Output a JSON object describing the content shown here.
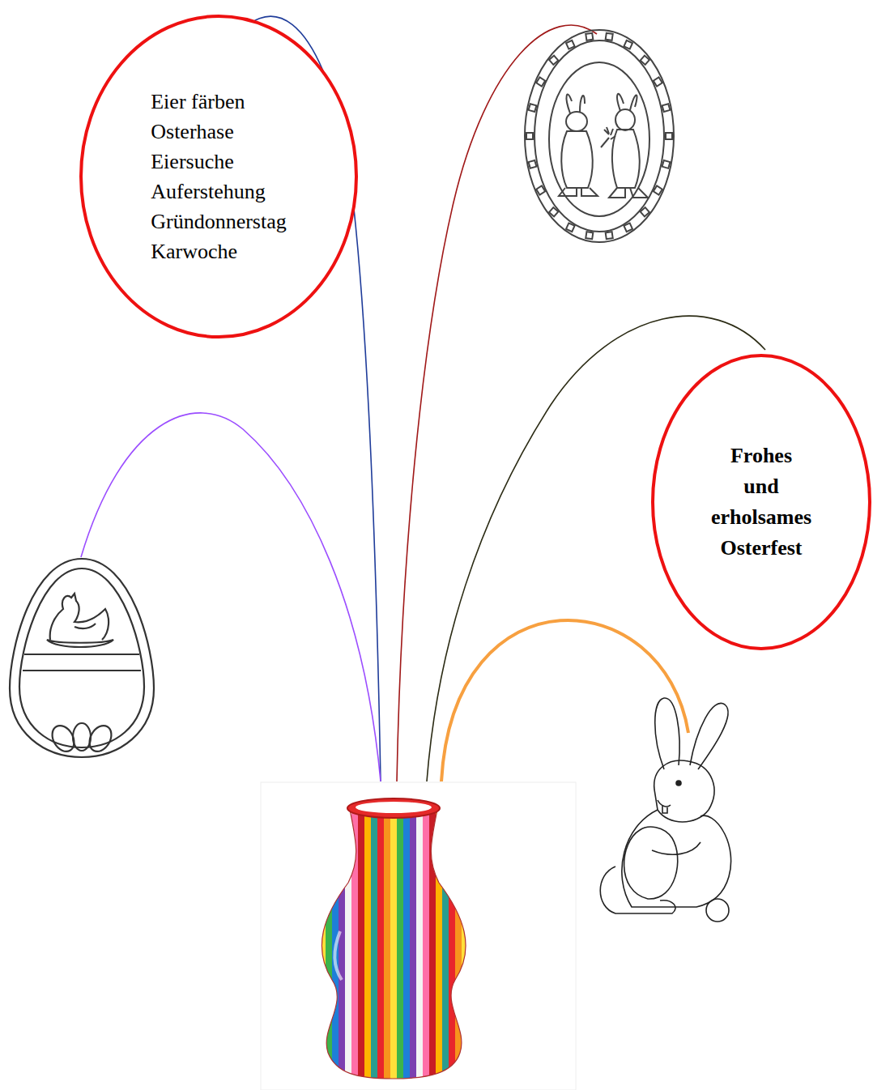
{
  "diagram": {
    "nodes": [
      {
        "text": [
          "Eier färben",
          "Osterhase",
          "Eiersuche",
          "Auferstehung",
          "Gründonnerstag",
          "Karwoche"
        ]
      },
      {
        "text": [
          "Frohes und erholsames Osterfest"
        ]
      }
    ]
  }
}
